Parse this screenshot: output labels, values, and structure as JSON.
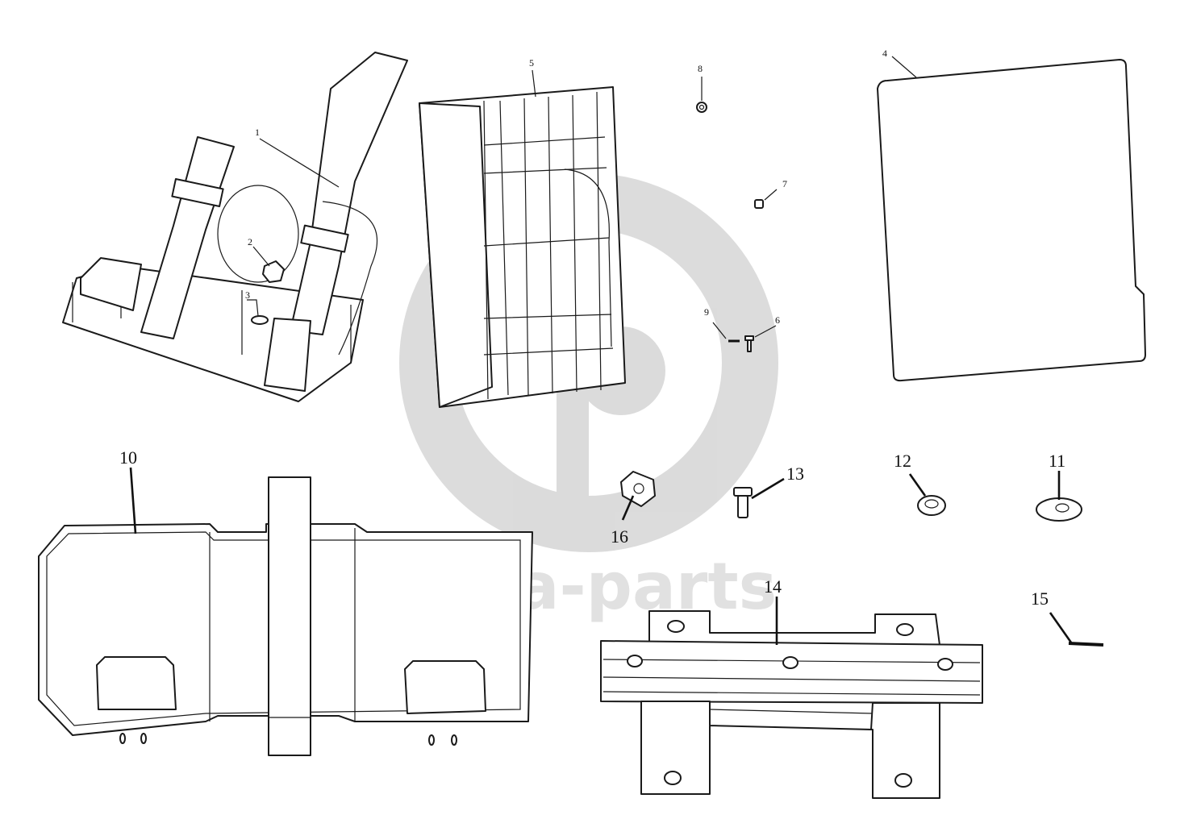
{
  "watermark": {
    "text": "data-parts",
    "color": "#bdbdbd"
  },
  "callouts": {
    "c1": "1",
    "c2": "2",
    "c3": "3",
    "c4": "4",
    "c5": "5",
    "c6": "6",
    "c7": "7",
    "c8": "8",
    "c9": "9",
    "c10": "10",
    "c11": "11",
    "c12": "12",
    "c13": "13",
    "c14": "14",
    "c15": "15",
    "c16": "16"
  }
}
